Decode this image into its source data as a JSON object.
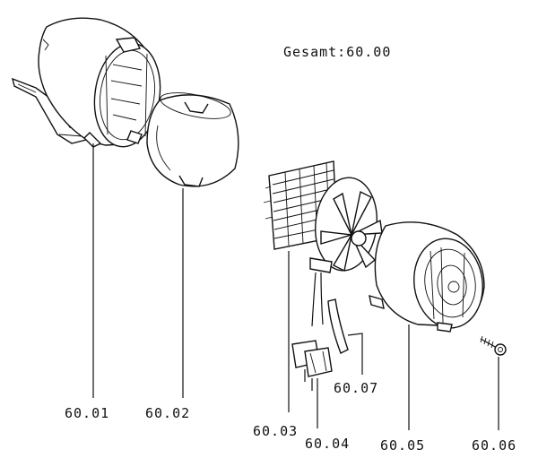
{
  "diagram": {
    "title": "Gesamt:60.00",
    "parts": [
      {
        "id": "60.01",
        "label": "60.01"
      },
      {
        "id": "60.02",
        "label": "60.02"
      },
      {
        "id": "60.03",
        "label": "60.03"
      },
      {
        "id": "60.04",
        "label": "60.04"
      },
      {
        "id": "60.05",
        "label": "60.05"
      },
      {
        "id": "60.06",
        "label": "60.06"
      },
      {
        "id": "60.07",
        "label": "60.07"
      }
    ]
  }
}
